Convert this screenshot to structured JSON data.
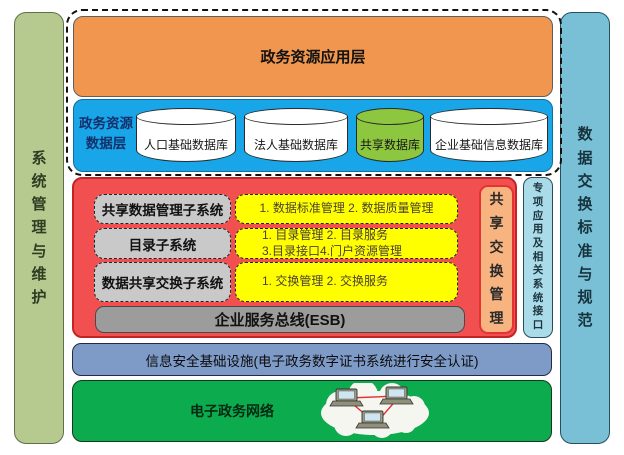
{
  "colors": {
    "app_layer_orange": "#F0964E",
    "data_layer_blue": "#18A6E8",
    "database_white": "#FFFFFF",
    "shared_database_green": "#8DC63F",
    "platform_red": "#F25050",
    "subsystem_gray": "#C9C9C9",
    "function_yellow": "#FFFF00",
    "esb_gray": "#9C9C9C",
    "exchange_mgmt_orange": "#F7B480",
    "interface_column_blue": "#A9DBE9",
    "security_bar_blue": "#7E9BC8",
    "network_green": "#0CAB4E",
    "sidebar_left_green": "#B6CA90",
    "sidebar_right_blue": "#79C0D6",
    "connector_red": "#E03030"
  },
  "left_sidebar": {
    "label": "系统管理与维护"
  },
  "right_sidebar": {
    "label": "数据交换标准与规范"
  },
  "app_layer": {
    "title": "政务资源应用层"
  },
  "data_layer": {
    "label": {
      "line1": "政务资源",
      "line2": "数据层"
    },
    "databases": [
      {
        "name": "人口基础数据库"
      },
      {
        "name": "法人基础数据库"
      },
      {
        "name": "共享数据库"
      },
      {
        "name": "企业基础信息数据库"
      }
    ]
  },
  "platform": {
    "rows": [
      {
        "system": "共享数据管理子系统",
        "functions": [
          "1. 数据标准管理 2. 数据质量管理"
        ]
      },
      {
        "system": "目录子系统",
        "functions": [
          "1. 目录管理 2. 目录服务",
          "3.目录接口4.门户资源管理"
        ]
      },
      {
        "system": "数据共享交换子系统",
        "functions": [
          "1. 交换管理 2. 交换服务"
        ]
      }
    ],
    "esb_label": "企业服务总线(ESB)",
    "exchange_mgmt_label": "共享交换管理"
  },
  "interface_column": {
    "label": "专项应用及相关系统接口"
  },
  "security_bar": {
    "label": "信息安全基础设施(电子政务数字证书系统进行安全认证)"
  },
  "network_layer": {
    "label": "电子政务网络",
    "icon": "network-cloud-icon"
  }
}
